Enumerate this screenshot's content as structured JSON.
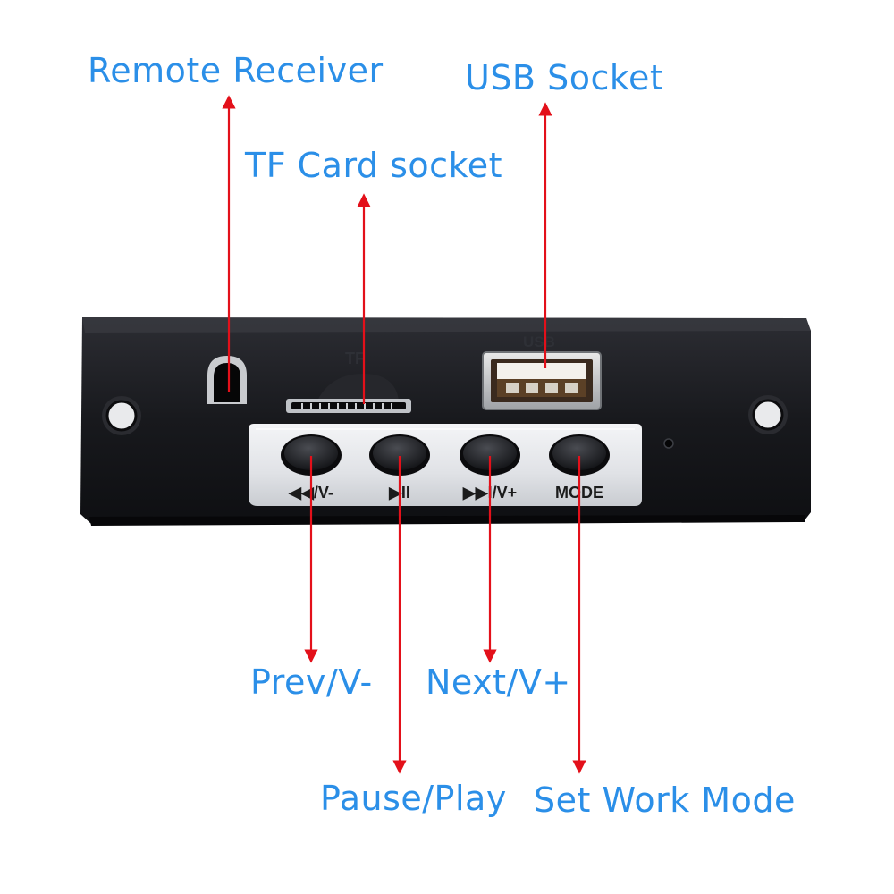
{
  "labels": {
    "remote_receiver": "Remote Receiver",
    "usb_socket": "USB Socket",
    "tf_card_socket": "TF Card socket",
    "prev_vol_down": "Prev/V-",
    "next_vol_up": "Next/V+",
    "pause_play": "Pause/Play",
    "set_work_mode": "Set Work Mode"
  },
  "panel": {
    "tf_mark": "TF",
    "usb_mark": "USB",
    "buttons": [
      {
        "id": "prev",
        "legend": "◀◀/V-"
      },
      {
        "id": "play",
        "legend": "▶II"
      },
      {
        "id": "next",
        "legend": "▶▶I/V+"
      },
      {
        "id": "mode",
        "legend": "MODE"
      }
    ]
  },
  "colors": {
    "label": "#2b8fe8",
    "arrow": "#e3101a",
    "panel": "#17181c",
    "face_plate": "#e4e6e9"
  }
}
